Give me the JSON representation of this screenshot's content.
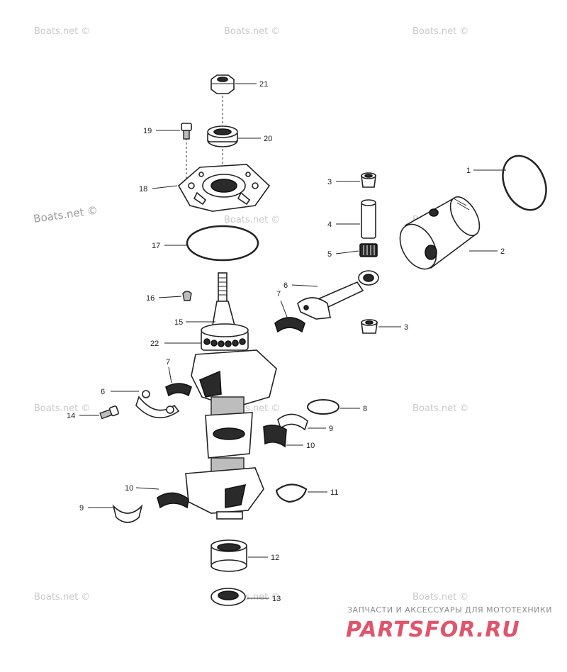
{
  "watermark_text": "Boats.net ©",
  "callouts": {
    "c1": "1",
    "c2": "2",
    "c3a": "3",
    "c3b": "3",
    "c4": "4",
    "c5": "5",
    "c6a": "6",
    "c6b": "6",
    "c7a": "7",
    "c7b": "7",
    "c8": "8",
    "c9a": "9",
    "c9b": "9",
    "c10a": "10",
    "c10b": "10",
    "c11": "11",
    "c12": "12",
    "c13": "13",
    "c14": "14",
    "c15": "15",
    "c16": "16",
    "c17": "17",
    "c18": "18",
    "c19": "19",
    "c20": "20",
    "c21": "21",
    "c22": "22"
  },
  "brand": {
    "tagline": "ЗАПЧАСТИ И АКСЕССУАРЫ ДЛЯ МОТОТЕХНИКИ",
    "logo": "PARTSFOR.RU"
  }
}
